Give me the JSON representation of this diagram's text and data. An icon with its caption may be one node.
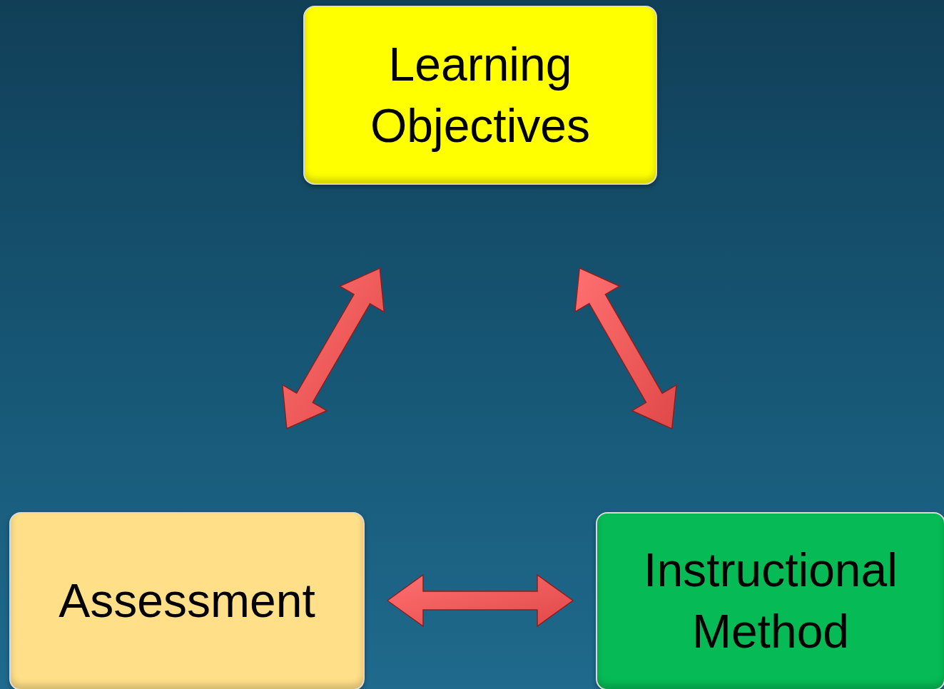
{
  "diagram": {
    "nodes": [
      {
        "text": [
          "Learning Objectives"
        ]
      },
      {
        "text": [
          "Assessment"
        ]
      },
      {
        "text": [
          "Instructional Method"
        ]
      }
    ],
    "edges": [
      {
        "from": 0,
        "to": 1,
        "arrow": "both"
      },
      {
        "from": 0,
        "to": 2,
        "arrow": "both"
      },
      {
        "from": 1,
        "to": 2,
        "arrow": "both"
      }
    ]
  }
}
